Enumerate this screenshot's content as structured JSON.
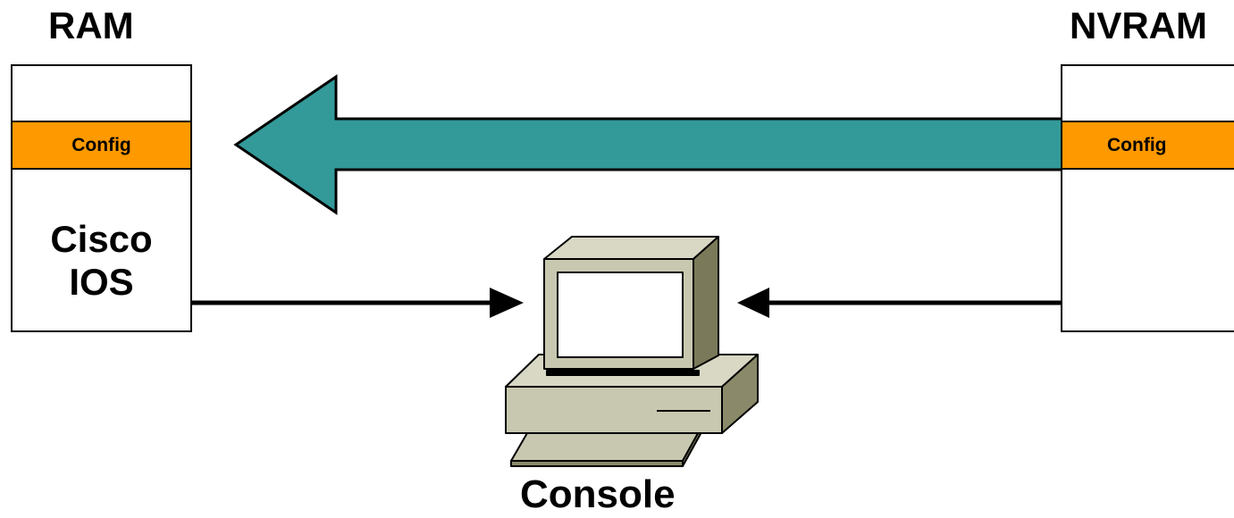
{
  "ram": {
    "title": "RAM",
    "config_label": "Config",
    "ios_line1": "Cisco",
    "ios_line2": "IOS"
  },
  "nvram": {
    "title": "NVRAM",
    "config_label": "Config"
  },
  "console": {
    "label": "Console"
  },
  "colors": {
    "config_band": "#ff9900",
    "big_arrow": "#339999",
    "computer_body": "#c8c8b0",
    "computer_shadow": "#7a7a5a"
  }
}
